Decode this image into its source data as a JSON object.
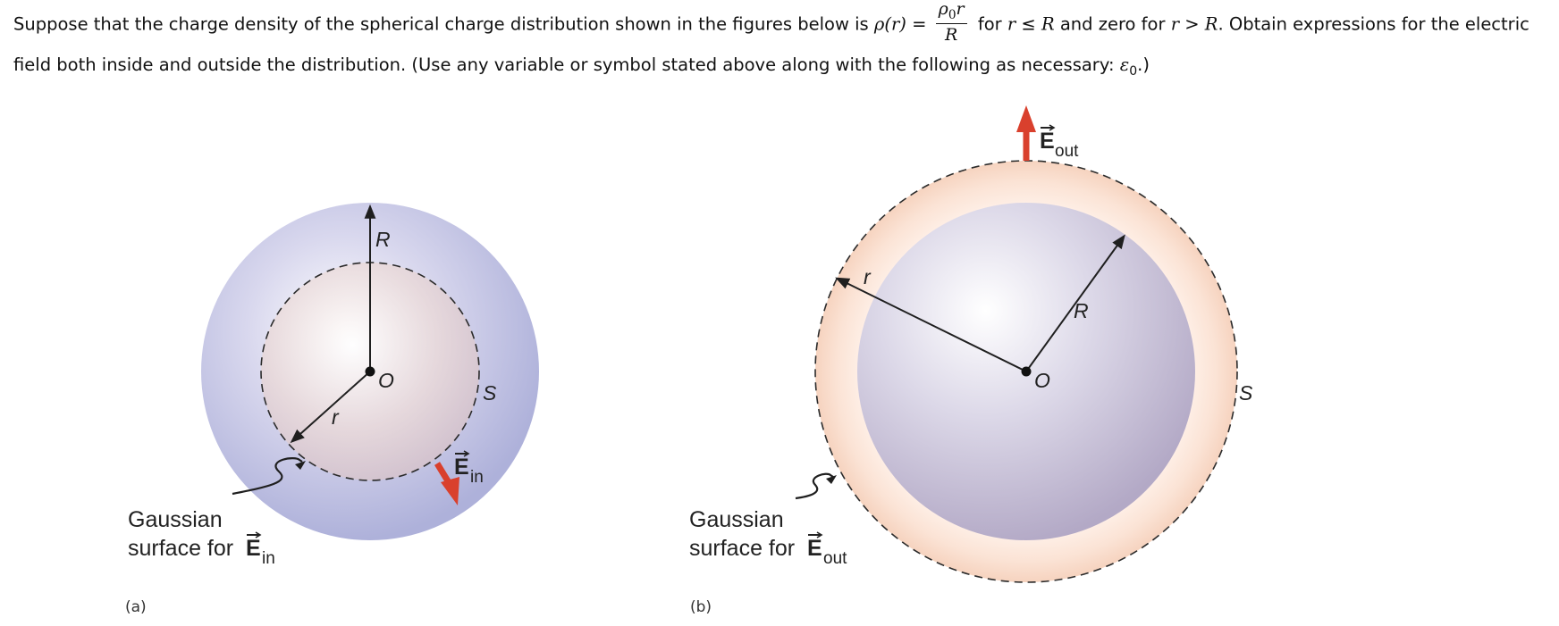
{
  "problem": {
    "line1_prefix": "Suppose that the charge density of the spherical charge distribution shown in the figures below is",
    "rho_of_r": "ρ(r)",
    "equals": "=",
    "frac_numerator_symbol": "ρ",
    "frac_numerator_sub": "0",
    "frac_numerator_var": "r",
    "frac_denominator": "R",
    "line1_mid_a": "for",
    "r1": "r",
    "leq": "≤",
    "R1": "R",
    "line1_mid_b": "and zero for",
    "r2": "r",
    "gt": ">",
    "R2": "R",
    "line1_suffix": ". Obtain expressions for the electric",
    "line2_prefix": "field both inside and outside the distribution. (Use any variable or symbol stated above along with the following as necessary:",
    "epsilon": "ε",
    "epsilon_sub": "0",
    "line2_suffix": ".)"
  },
  "figure_a": {
    "label": "(a)",
    "radius_label": "R",
    "inner_radius_label": "r",
    "center_label": "O",
    "surface_label": "S",
    "field_vector": "E",
    "field_sub": "in",
    "gaussian_line1": "Gaussian",
    "gaussian_line2": "surface for",
    "gaussian_vector": "E",
    "gaussian_sub": "in"
  },
  "figure_b": {
    "label": "(b)",
    "radius_label": "R",
    "outer_radius_label": "r",
    "center_label": "O",
    "surface_label": "S",
    "field_vector": "E",
    "field_sub": "out",
    "gaussian_line1": "Gaussian",
    "gaussian_line2": "surface for",
    "gaussian_vector": "E",
    "gaussian_sub": "out"
  },
  "colors": {
    "sphere_outer": "#b7b9df",
    "sphere_inner": "#ffffff",
    "core_tint": "#e9d6d6",
    "halo_outer": "#f8d8c6",
    "field_arrow": "#d9402d",
    "line": "#1f1f1f"
  }
}
